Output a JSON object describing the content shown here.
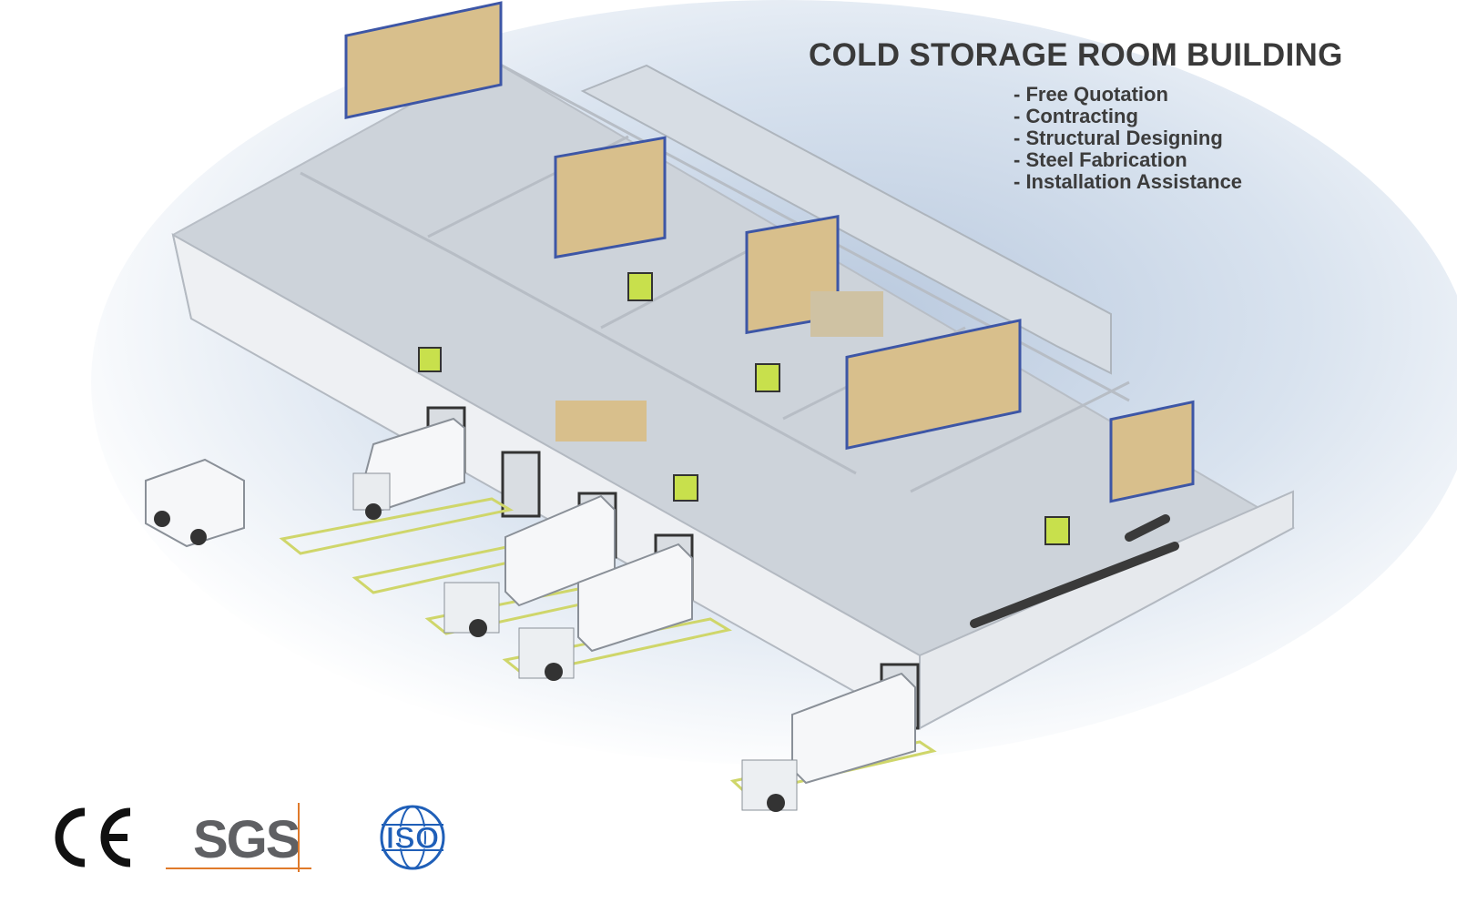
{
  "title": "COLD STORAGE ROOM BUILDING",
  "services": [
    "- Free Quotation",
    "- Contracting",
    "- Structural Designing",
    "- Steel Fabrication",
    "- Installation Assistance"
  ],
  "certifications": {
    "ce": "CE",
    "sgs": "SGS",
    "iso": "ISO"
  },
  "colors": {
    "wall": "#f4f5f7",
    "floor": "#c9cfd6",
    "box": "#d8bf8c",
    "rack": "#3d56a6",
    "forklift": "#c8e04c",
    "text": "#3a3a3a",
    "iso_blue": "#1f5fb8"
  }
}
